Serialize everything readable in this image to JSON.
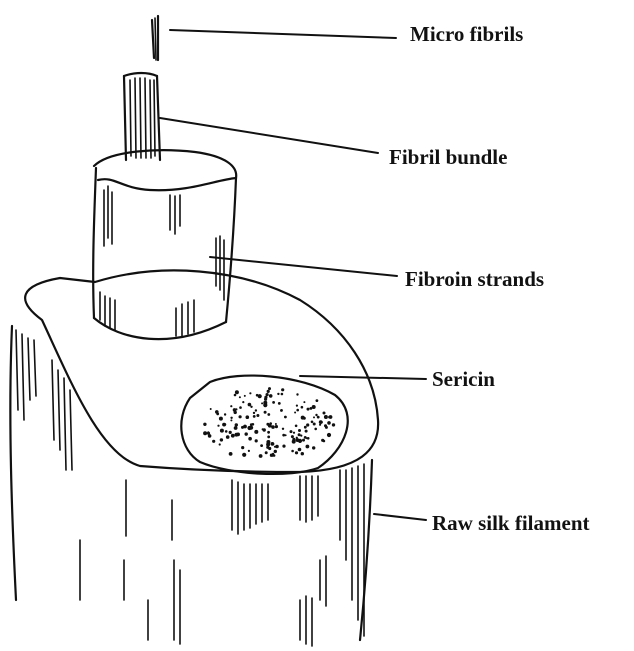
{
  "labels": {
    "micro_fibrils": "Micro fibrils",
    "fibril_bundle": "Fibril bundle",
    "fibroin_strands": "Fibroin strands",
    "sericin": "Sericin",
    "raw_silk_filament": "Raw silk filament"
  },
  "colors": {
    "ink": "#111111",
    "paper": "#ffffff"
  }
}
